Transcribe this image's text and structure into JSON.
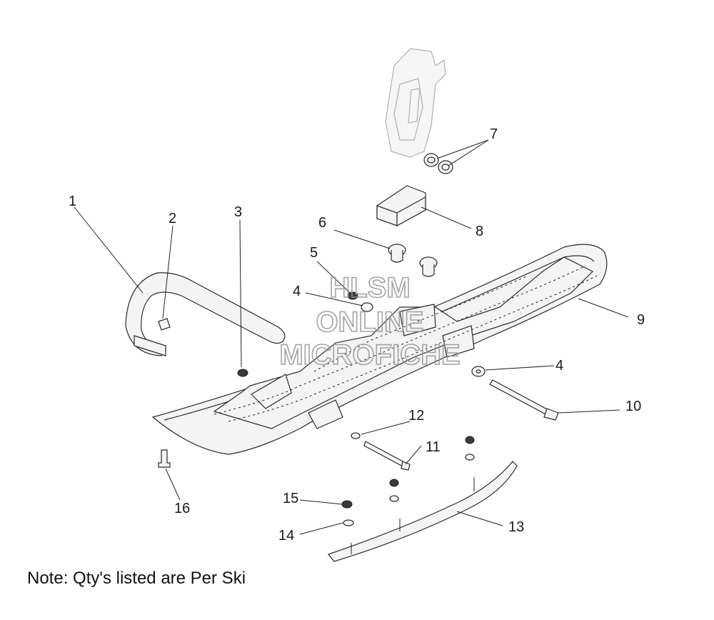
{
  "diagram": {
    "callouts": [
      {
        "id": "1",
        "label": "1"
      },
      {
        "id": "2",
        "label": "2"
      },
      {
        "id": "3",
        "label": "3"
      },
      {
        "id": "4a",
        "label": "4"
      },
      {
        "id": "4b",
        "label": "4"
      },
      {
        "id": "5",
        "label": "5"
      },
      {
        "id": "6",
        "label": "6"
      },
      {
        "id": "7",
        "label": "7"
      },
      {
        "id": "8",
        "label": "8"
      },
      {
        "id": "9",
        "label": "9"
      },
      {
        "id": "10",
        "label": "10"
      },
      {
        "id": "11",
        "label": "11"
      },
      {
        "id": "12",
        "label": "12"
      },
      {
        "id": "13",
        "label": "13"
      },
      {
        "id": "14",
        "label": "14"
      },
      {
        "id": "15",
        "label": "15"
      },
      {
        "id": "16",
        "label": "16"
      }
    ],
    "watermark": [
      "HLSM",
      "ONLINE",
      "MICROFICHE"
    ],
    "note": "Note: Qty's listed are Per Ski"
  }
}
